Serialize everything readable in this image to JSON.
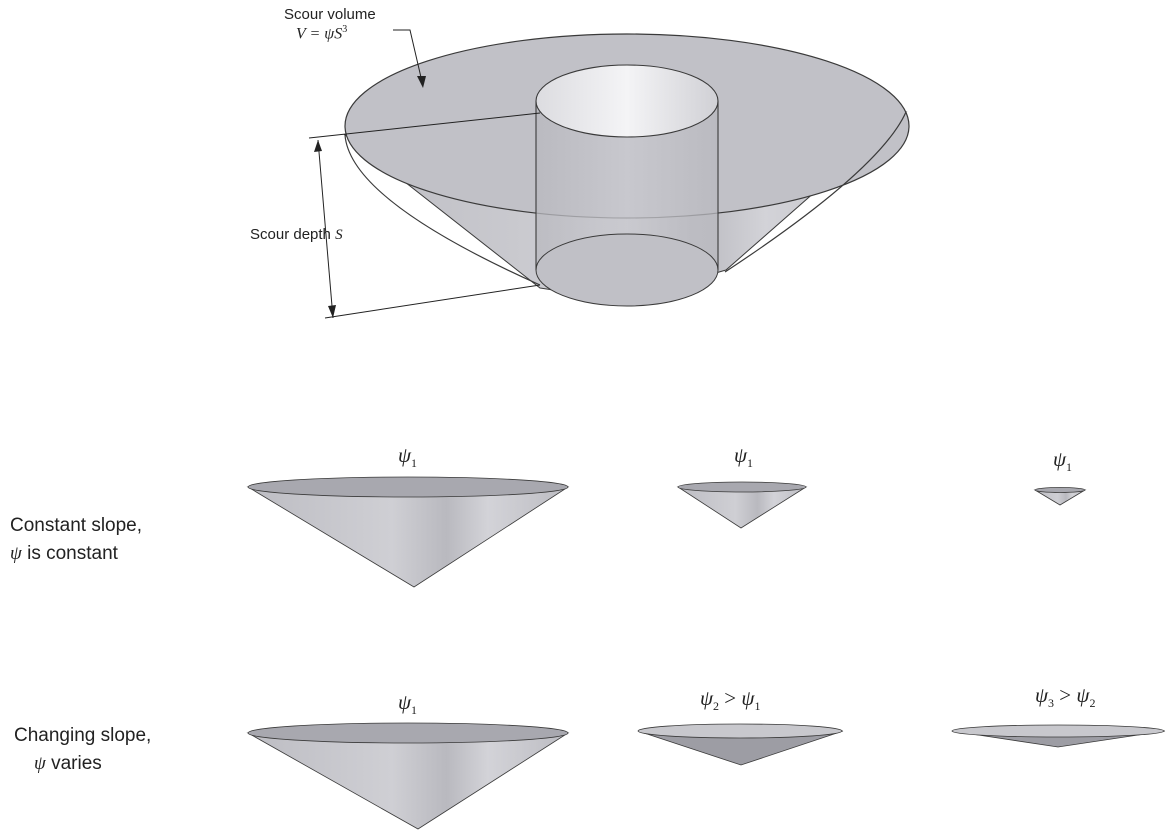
{
  "top_diagram": {
    "volume_label": "Scour volume",
    "volume_eq_lhs": "V",
    "volume_eq_mid": " = ψS",
    "volume_eq_exp": "3",
    "depth_label": "Scour depth ",
    "depth_symbol": "S"
  },
  "rows": [
    {
      "label_line1": "Constant slope,",
      "label_symbol": "ψ",
      "label_line2_rest": " is constant",
      "cones": [
        {
          "psi": "ψ",
          "sub": "1",
          "comparison": "",
          "psi_b": "",
          "sub_b": ""
        },
        {
          "psi": "ψ",
          "sub": "1",
          "comparison": "",
          "psi_b": "",
          "sub_b": ""
        },
        {
          "psi": "ψ",
          "sub": "1",
          "comparison": "",
          "psi_b": "",
          "sub_b": ""
        }
      ]
    },
    {
      "label_line1": "Changing slope,",
      "label_symbol": "ψ",
      "label_line2_rest": " varies",
      "cones": [
        {
          "psi": "ψ",
          "sub": "1",
          "comparison": "",
          "psi_b": "",
          "sub_b": ""
        },
        {
          "psi": "ψ",
          "sub": "2",
          "comparison": " > ",
          "psi_b": "ψ",
          "sub_b": "1"
        },
        {
          "psi": "ψ",
          "sub": "3",
          "comparison": " > ",
          "psi_b": "ψ",
          "sub_b": "2"
        }
      ]
    }
  ],
  "colors": {
    "cone_fill": "#c4c4c9",
    "cone_rim": "#a6a6ad",
    "outline": "#3a3a3a"
  }
}
